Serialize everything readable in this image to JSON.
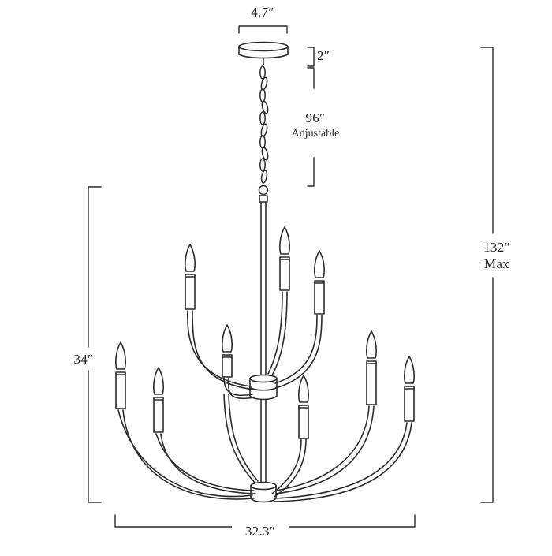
{
  "dimensions": {
    "canopy_width": "4.7″",
    "canopy_height": "2″",
    "chain_length": "96″",
    "chain_note": "Adjustable",
    "max_height": "132″",
    "max_label": "Max",
    "fixture_height": "34″",
    "fixture_width": "32.3″"
  },
  "fixture": {
    "upper_tier_lights": 4,
    "lower_tier_lights": 5,
    "stroke_color": "#2a2a2a"
  }
}
